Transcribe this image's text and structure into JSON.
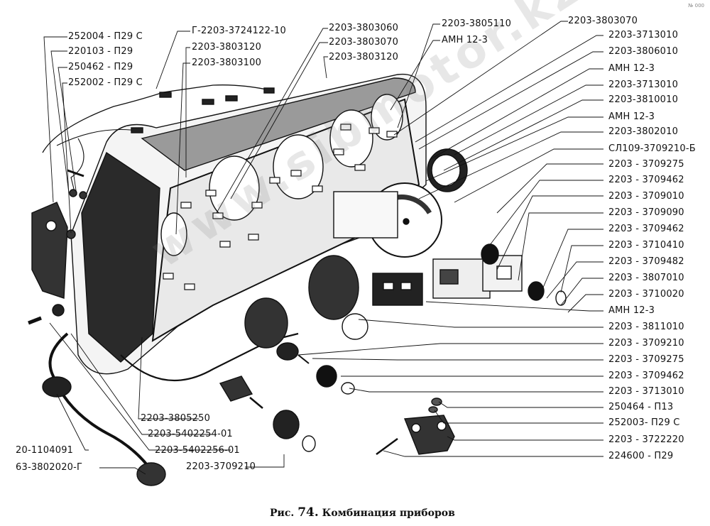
{
  "figure": {
    "caption_prefix": "Рис.",
    "caption_number": "74.",
    "caption_title": "Комбинация приборов",
    "watermark": "www.sibmotor.kz",
    "corner_mark": "№ 000"
  },
  "labels_left_top": [
    {
      "id": "l1",
      "text": "252004 - П29 С"
    },
    {
      "id": "l2",
      "text": "220103 - П29"
    },
    {
      "id": "l3",
      "text": "250462 - П29"
    },
    {
      "id": "l4",
      "text": "252002 - П29 С"
    }
  ],
  "labels_top": [
    {
      "id": "t1",
      "text": "Г-2203-3724122-10"
    },
    {
      "id": "t2",
      "text": "2203-3803120"
    },
    {
      "id": "t3",
      "text": "2203-3803100"
    },
    {
      "id": "t4",
      "text": "2203-3803060"
    },
    {
      "id": "t5",
      "text": "2203-3803070"
    },
    {
      "id": "t6",
      "text": "2203-3803120"
    },
    {
      "id": "t7",
      "text": "2203-3805110"
    },
    {
      "id": "t8",
      "text": "АМН 12-3"
    },
    {
      "id": "t9",
      "text": "2203-3803070"
    }
  ],
  "labels_right": [
    {
      "id": "r1",
      "text": "2203-3713010"
    },
    {
      "id": "r2",
      "text": "2203-3806010"
    },
    {
      "id": "r3",
      "text": "АМН 12-3"
    },
    {
      "id": "r4",
      "text": "2203-3713010"
    },
    {
      "id": "r5",
      "text": "2203-3810010"
    },
    {
      "id": "r6",
      "text": "АМН 12-3"
    },
    {
      "id": "r7",
      "text": "2203-3802010"
    },
    {
      "id": "r8",
      "text": "СЛ109-3709210-Б"
    },
    {
      "id": "r9",
      "text": "2203 - 3709275"
    },
    {
      "id": "r10",
      "text": "2203 - 3709462"
    },
    {
      "id": "r11",
      "text": "2203 - 3709010"
    },
    {
      "id": "r12",
      "text": "2203 - 3709090"
    },
    {
      "id": "r13",
      "text": "2203 - 3709462"
    },
    {
      "id": "r14",
      "text": "2203 - 3710410"
    },
    {
      "id": "r15",
      "text": "2203 - 3709482"
    },
    {
      "id": "r16",
      "text": "2203 - 3807010"
    },
    {
      "id": "r17",
      "text": "2203 - 3710020"
    },
    {
      "id": "r18",
      "text": "АМН 12-3"
    },
    {
      "id": "r19",
      "text": "2203 - 3811010"
    },
    {
      "id": "r20",
      "text": "2203 - 3709210"
    },
    {
      "id": "r21",
      "text": "2203 - 3709275"
    },
    {
      "id": "r22",
      "text": "2203 - 3709462"
    },
    {
      "id": "r23",
      "text": "2203 - 3713010"
    },
    {
      "id": "r24",
      "text": "250464 - П13"
    },
    {
      "id": "r25",
      "text": "252003- П29 С"
    },
    {
      "id": "r26",
      "text": "2203 - 3722220"
    },
    {
      "id": "r27",
      "text": "224600 - П29"
    }
  ],
  "labels_bottom": [
    {
      "id": "b1",
      "text": "2203-3805250"
    },
    {
      "id": "b2",
      "text": "2203-5402254-01"
    },
    {
      "id": "b3",
      "text": "2203-5402256-01"
    },
    {
      "id": "b4",
      "text": "2203-3709210"
    },
    {
      "id": "b5",
      "text": "20-1104091"
    },
    {
      "id": "b6",
      "text": "63-3802020-Г"
    }
  ]
}
